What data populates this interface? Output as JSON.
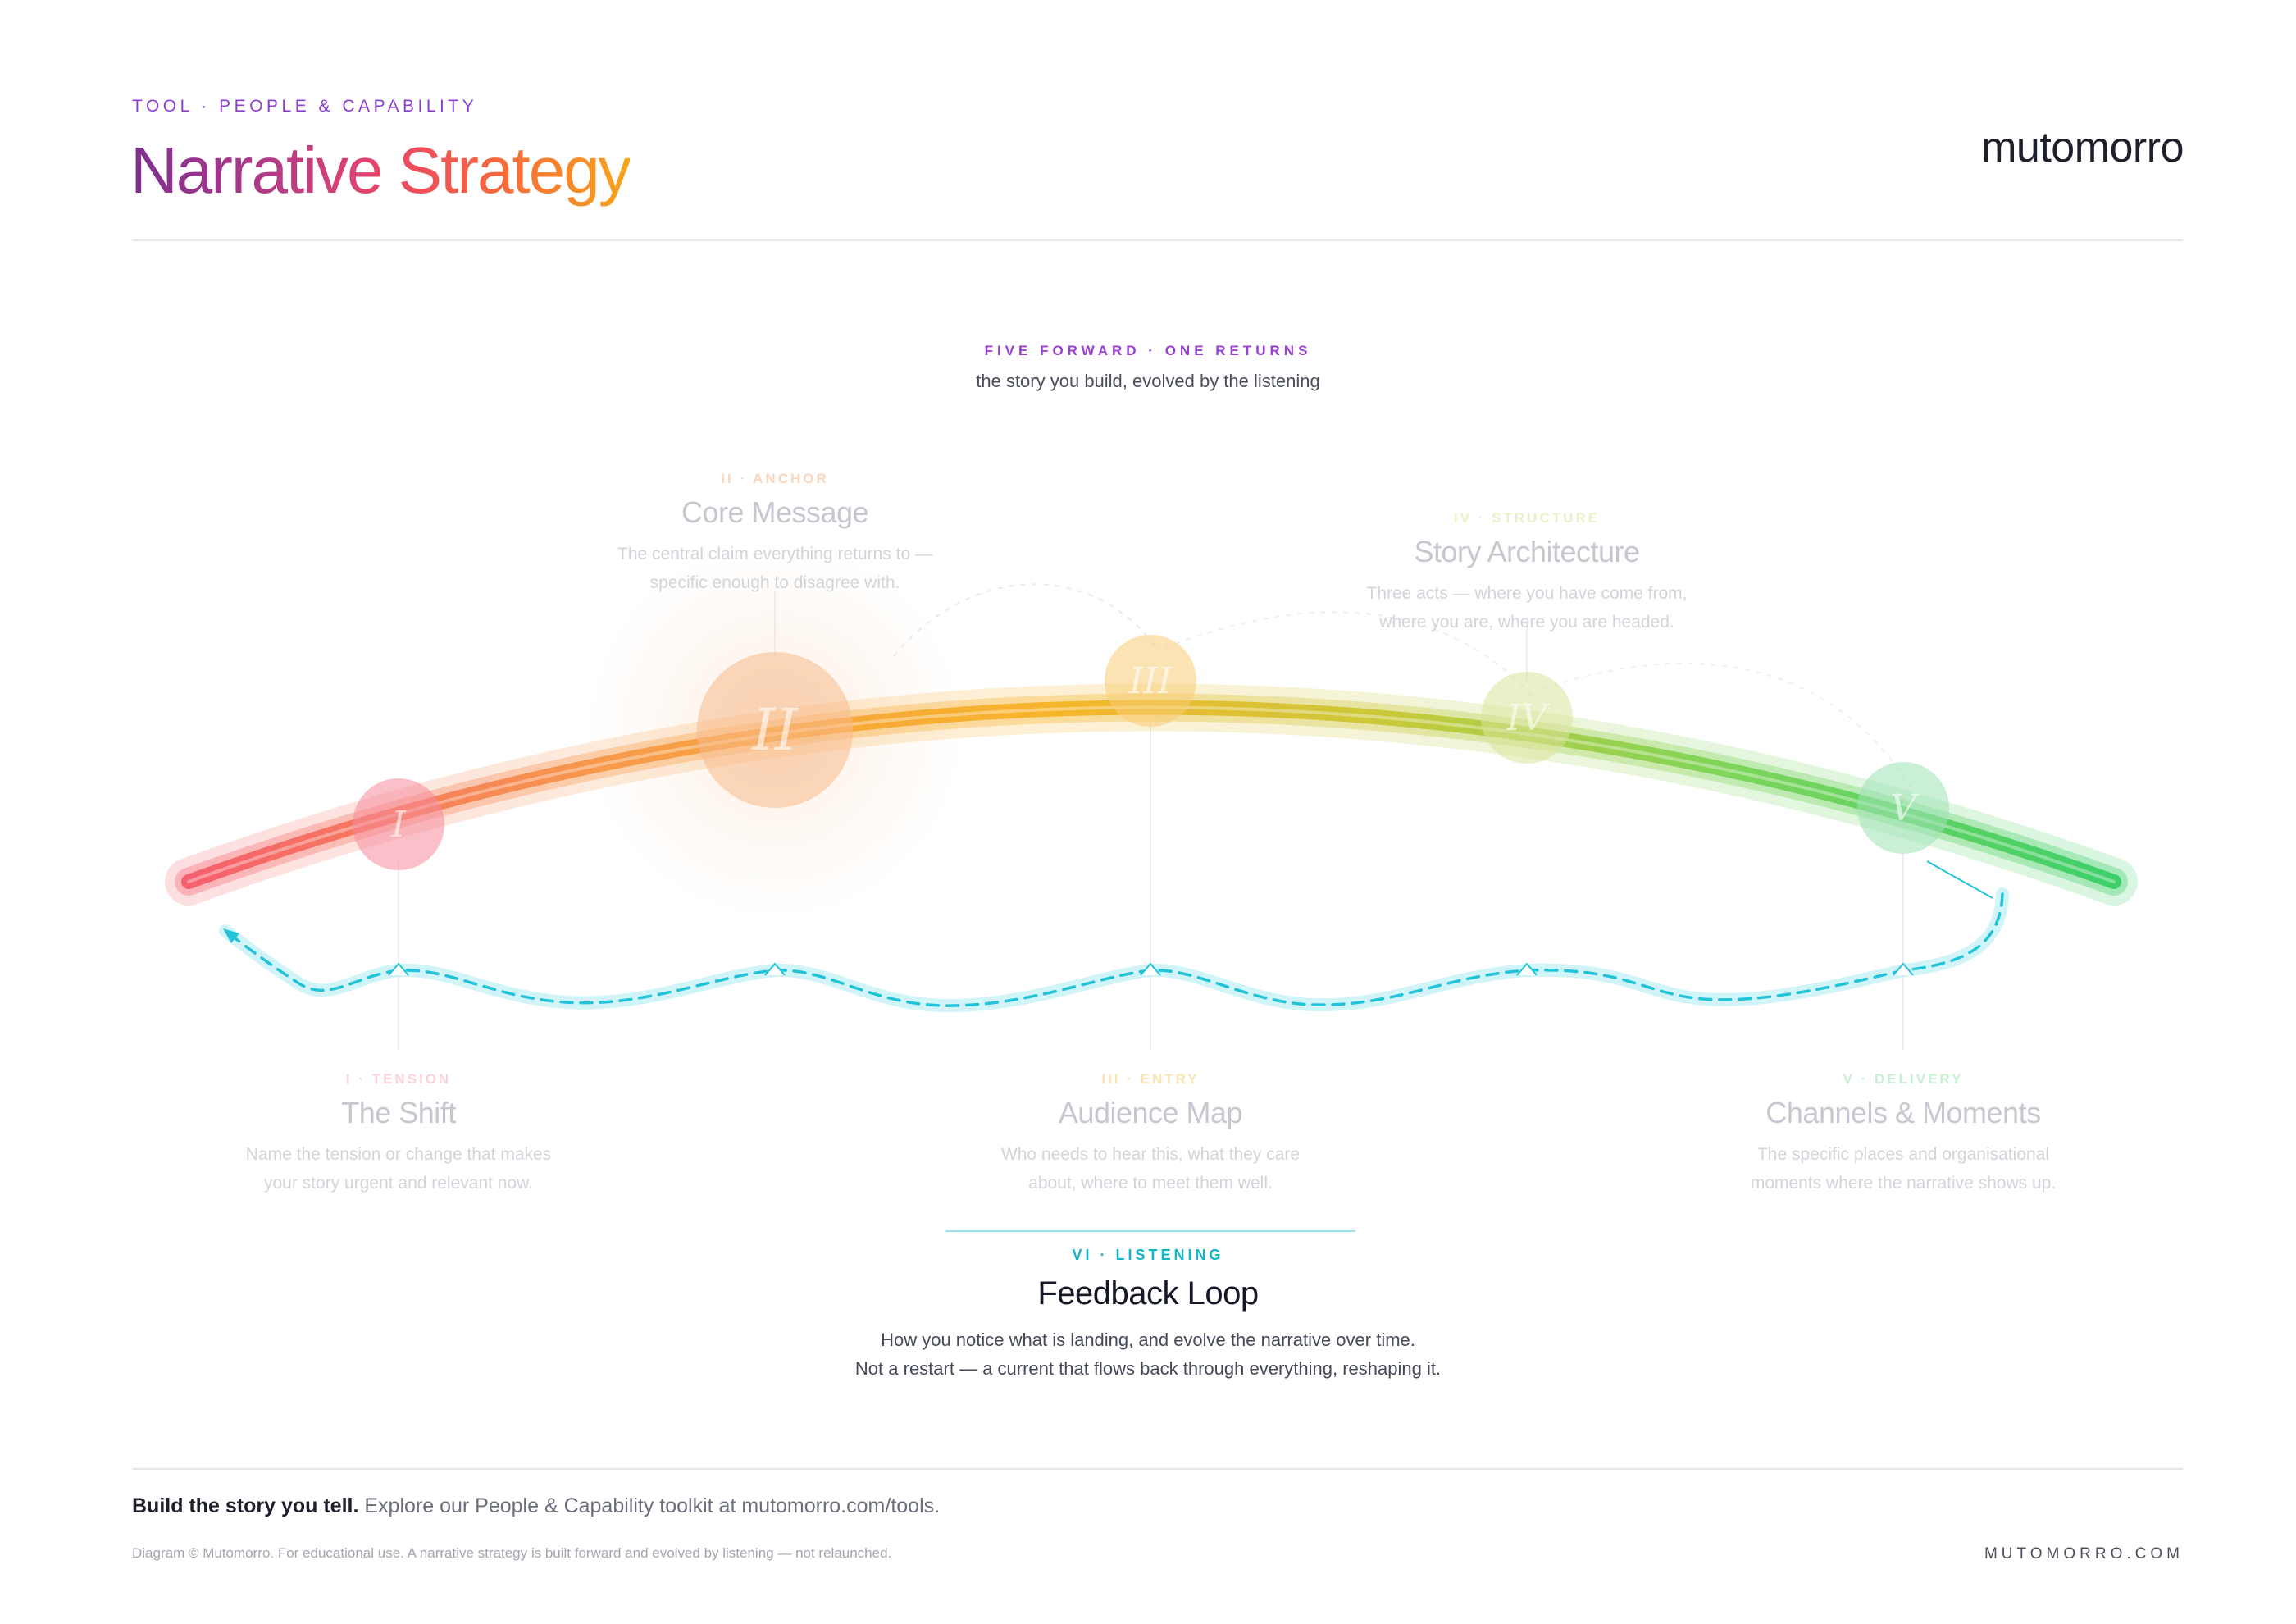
{
  "header": {
    "kicker": "TOOL · PEOPLE & CAPABILITY",
    "title": "Narrative Strategy",
    "brand": "mutomorro"
  },
  "overview": {
    "kicker": "FIVE FORWARD · ONE RETURNS",
    "subtitle": "the story you build, evolved by the listening"
  },
  "stages": [
    {
      "numeral": "I",
      "kicker": "I · TENSION",
      "title": "The Shift",
      "desc_line1": "Name the tension or change that makes",
      "desc_line2": "your story urgent and relevant now.",
      "color": "#f58a9a"
    },
    {
      "numeral": "II",
      "kicker": "II · ANCHOR",
      "title": "Core Message",
      "desc_line1": "The central claim everything returns to —",
      "desc_line2": "specific enough to disagree with.",
      "color": "#f7b98a"
    },
    {
      "numeral": "III",
      "kicker": "III · ENTRY",
      "title": "Audience Map",
      "desc_line1": "Who needs to hear this, what they care",
      "desc_line2": "about, where to meet them well.",
      "color": "#f8cc74"
    },
    {
      "numeral": "IV",
      "kicker": "IV · STRUCTURE",
      "title": "Story Architecture",
      "desc_line1": "Three acts — where you have come from,",
      "desc_line2": "where you are, where you are headed.",
      "color": "#dbe39a"
    },
    {
      "numeral": "V",
      "kicker": "V · DELIVERY",
      "title": "Channels & Moments",
      "desc_line1": "The specific places and organisational",
      "desc_line2": "moments where the narrative shows up.",
      "color": "#9fe2b6"
    }
  ],
  "feedback": {
    "kicker": "VI · LISTENING",
    "title": "Feedback Loop",
    "desc_line1": "How you notice what is landing, and evolve the narrative over time.",
    "desc_line2": "Not a restart — a current that flows back through everything, reshaping it.",
    "color": "#12b5c9"
  },
  "footer": {
    "lead": "Build the story you tell.",
    "text": " Explore our People & Capability toolkit at mutomorro.com/tools.",
    "note": "Diagram © Mutomorro. For educational use. A narrative strategy is built forward and evolved by listening — not relaunched.",
    "site": "MUTOMORRO.COM"
  }
}
